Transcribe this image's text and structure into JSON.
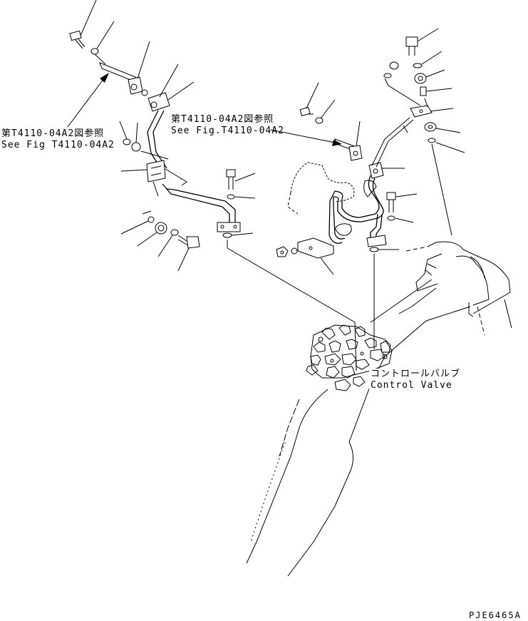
{
  "callouts": [
    {
      "jp": "第T4110-04A2図参照",
      "en": "See Fig T4110-04A2"
    },
    {
      "jp": "第T4110-04A2図参照",
      "en": "See Fig.T4110-04A2"
    },
    {
      "jp": "コントロールバルブ",
      "en": "Control Valve"
    }
  ],
  "drawing_code": "PJE6465A",
  "line_color": "#000000",
  "background_color": "#ffffff"
}
